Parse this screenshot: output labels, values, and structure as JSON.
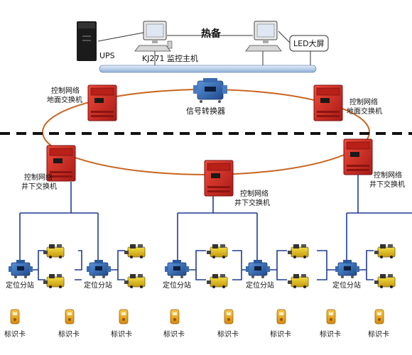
{
  "labels": {
    "standby": "热备",
    "ups": "UPS",
    "host": "KJ271 监控主机",
    "led": "LED大屏",
    "signal_converter": "信号转换器",
    "ctrl_net": "控制网络",
    "surface_switch": "地面交换机",
    "underground_switch": "井下交换机",
    "station": "定位分站",
    "card": "标识卡"
  },
  "colors": {
    "switch_red": "#d42a24",
    "ring_orange": "#c8641e",
    "line_blue": "#1f3c96",
    "bus_blue": "#b9d0ec",
    "station_blue": "#2f6ab8",
    "reader_yellow": "#e6c318",
    "card_yellow": "#f0a818"
  },
  "icons": {
    "ups": "ups-tower-icon",
    "computer": "computer-workstation-icon",
    "switch": "industrial-switch-icon",
    "converter": "signal-converter-icon",
    "station": "positioning-substation-icon",
    "reader": "card-reader-icon",
    "card": "id-card-icon"
  }
}
